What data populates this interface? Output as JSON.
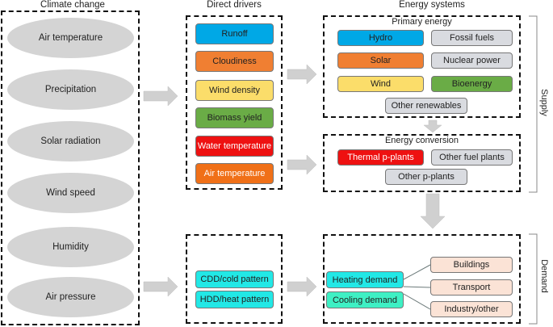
{
  "headers": {
    "climate_change": "Climate change",
    "direct_drivers": "Direct drivers",
    "energy_systems": "Energy systems"
  },
  "climate_variables": [
    "Air temperature",
    "Precipitation",
    "Solar radiation",
    "Wind speed",
    "Humidity",
    "Air pressure"
  ],
  "direct_drivers": [
    {
      "label": "Runoff",
      "color": "#00a8e6"
    },
    {
      "label": "Cloudiness",
      "color": "#f07f32"
    },
    {
      "label": "Wind density",
      "color": "#fbdd6a"
    },
    {
      "label": "Biomass yield",
      "color": "#6aac46"
    },
    {
      "label": "Water temperature",
      "color": "#ee1111"
    },
    {
      "label": "Air temperature",
      "color": "#f07018"
    }
  ],
  "demand_drivers": [
    {
      "label": "CDD/cold pattern",
      "color": "#22e8e6"
    },
    {
      "label": "HDD/heat pattern",
      "color": "#22e8e6"
    }
  ],
  "primary_energy": {
    "title": "Primary energy",
    "items": [
      {
        "label": "Hydro",
        "color": "#00a8e6"
      },
      {
        "label": "Fossil fuels",
        "color": "#d9dbe0"
      },
      {
        "label": "Solar",
        "color": "#f07f32"
      },
      {
        "label": "Nuclear power",
        "color": "#d9dbe0"
      },
      {
        "label": "Wind",
        "color": "#fbdd6a"
      },
      {
        "label": "Bioenergy",
        "color": "#6aac46"
      },
      {
        "label": "Other renewables",
        "color": "#d9dbe0"
      }
    ]
  },
  "energy_conversion": {
    "title": "Energy conversion",
    "items": [
      {
        "label": "Thermal p-plants",
        "color": "#ee1111"
      },
      {
        "label": "Other fuel plants",
        "color": "#d9dbe0"
      },
      {
        "label": "Other p-plants",
        "color": "#d9dbe0"
      }
    ]
  },
  "demand": {
    "heating": {
      "label": "Heating demand",
      "color": "#22e8e6"
    },
    "cooling": {
      "label": "Cooling demand",
      "color": "#3ef0c4"
    },
    "sectors": [
      {
        "label": "Buildings",
        "color": "#fbe3d6"
      },
      {
        "label": "Transport",
        "color": "#fbe3d6"
      },
      {
        "label": "Industry/other",
        "color": "#fbe3d6"
      }
    ]
  },
  "side_labels": {
    "supply": "Supply",
    "demand": "Demand"
  }
}
